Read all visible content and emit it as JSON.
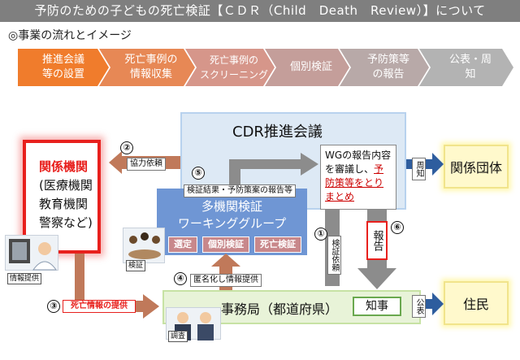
{
  "title": "予防のための子どもの死亡検証【ＣＤＲ（Child　Death　Review）】について",
  "subtitle": "◎事業の流れとイメージ",
  "steps": [
    {
      "label": "推進会議\n等の設置",
      "color": "#f07c2c"
    },
    {
      "label": "死亡事例の\n情報収集",
      "color": "#e78855"
    },
    {
      "label": "死亡事例の\nスクリーニング",
      "color": "#d6968a"
    },
    {
      "label": "個別検証",
      "color": "#c49e9a"
    },
    {
      "label": "予防策等\nの報告",
      "color": "#b8a9a8"
    },
    {
      "label": "公表・周\n知",
      "color": "#b3b3b3"
    }
  ],
  "cdr": {
    "title": "CDR推進会議",
    "report_text_1": "WGの報告内容を審議し、",
    "report_text_2": "予防策等をとりまとめ"
  },
  "related": {
    "title": "関係機関",
    "detail": "(医療機関\n教育機関\n警察など)"
  },
  "wg": {
    "title": "多機関検証\nワーキンググループ",
    "buttons": [
      "選定",
      "個別検証",
      "死亡検証"
    ]
  },
  "secretariat": {
    "title": "事務局（都道府県）",
    "governor": "知事"
  },
  "destinations": {
    "groups": "関係団体",
    "residents": "住民"
  },
  "labels": {
    "cooperation": "協力依頼",
    "wg_report": "検証結果・予防策案の報告等",
    "anonymized": "匿名化し情報提供",
    "request": "検証依頼",
    "death_info": "死亡情報の提供",
    "report": "報告",
    "notify": "周知",
    "publish": "公表"
  },
  "numbers": [
    "①",
    "②",
    "③",
    "④",
    "⑤",
    "⑥"
  ],
  "images": {
    "info": "情報提供",
    "verify": "検証",
    "survey": "調査"
  },
  "colors": {
    "red": "#e8201d",
    "blue": "#2e5d9e",
    "gray": "#8c8c8c",
    "brown": "#c0795a"
  }
}
